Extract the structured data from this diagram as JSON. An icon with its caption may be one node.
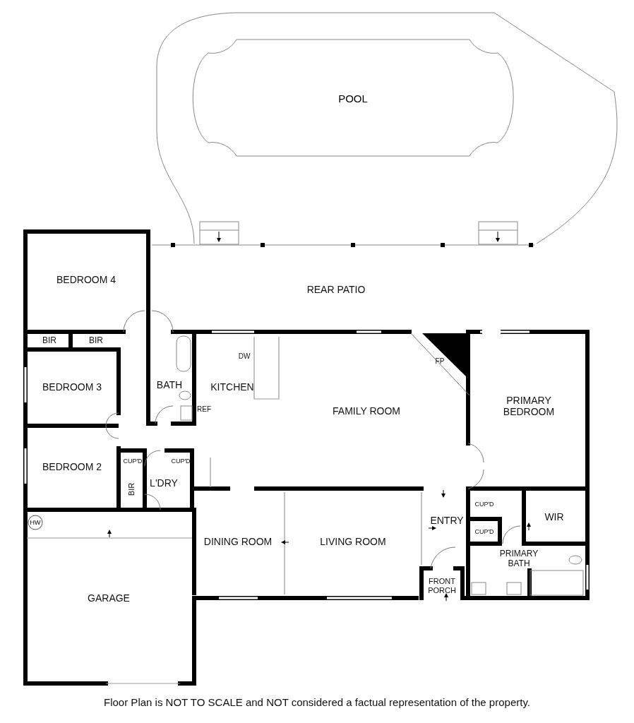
{
  "diagram": {
    "caption": "Floor Plan is NOT TO SCALE and NOT considered a factual representation of the property.",
    "nodes": [
      {
        "text": [
          "POOL"
        ]
      },
      {
        "text": [
          "HW"
        ]
      }
    ],
    "edges": [],
    "labels": [
      "REAR PATIO",
      "BEDROOM 4",
      "BIR",
      "BIR",
      "BEDROOM 3",
      "BATH",
      "KITCHEN",
      "DW",
      "FP",
      "FAMILY ROOM",
      "PRIMARY BEDROOM",
      "REF",
      "BEDROOM 2",
      "CUP'D",
      "CUP'D",
      "L'DRY",
      "BIR",
      "CUP'D",
      "WIR",
      "ENTRY",
      "CUP'D",
      "DINING ROOM",
      "LIVING ROOM",
      "PRIMARY BATH",
      "FRONT PORCH",
      "GARAGE"
    ]
  }
}
